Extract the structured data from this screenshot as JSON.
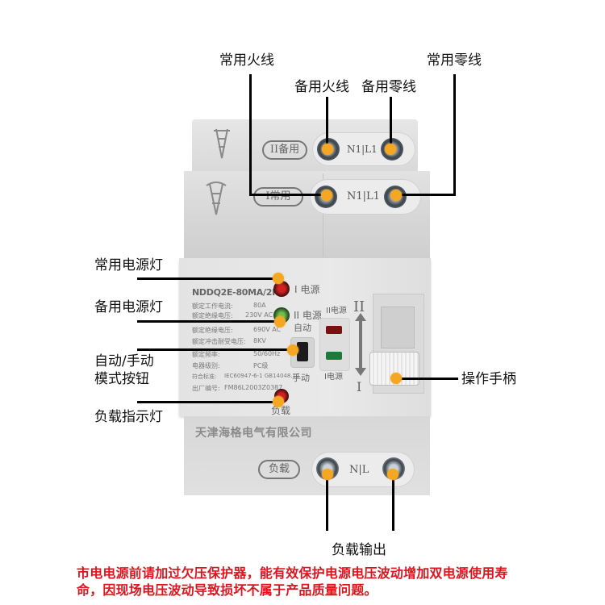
{
  "callouts": {
    "main_live": "常用火线",
    "main_neutral": "常用零线",
    "backup_live": "备用火线",
    "backup_neutral": "备用零线",
    "main_power_light": "常用电源灯",
    "backup_power_light": "备用电源灯",
    "mode_button_line1": "自动/手动",
    "mode_button_line2": "模式按钮",
    "load_indicator": "负载指示灯",
    "operating_handle": "操作手柄",
    "load_output": "负载输出"
  },
  "device": {
    "backup_tag": "II备用",
    "main_tag": "I常用",
    "terminal_label_top": "N1|L1",
    "terminal_label_mid": "N1|L1",
    "terminal_label_bottom": "N|L",
    "load_tag": "负载",
    "model": "NDDQ2E-80MA/2P",
    "specs": [
      {
        "label": "额定工作电流:",
        "value": "80A"
      },
      {
        "label": "额定绝缘电压:",
        "value": "230V AC"
      },
      {
        "label": "额定绝缘电压:",
        "value": "690V AC"
      },
      {
        "label": "额定冲击耐受电压:",
        "value": "8KV"
      },
      {
        "label": "额定频率:",
        "value": "50/60Hz"
      },
      {
        "label": "电器级别:",
        "value": "PC级"
      },
      {
        "label": "符合标准:",
        "value": "IEC60947-6-1 GB14048.11"
      },
      {
        "label": "出厂编号:",
        "value": "FM86L2003Z0387"
      }
    ],
    "led_source1": "I 电源",
    "led_source2": "II 电源",
    "auto_label": "自动",
    "manual_label": "手动",
    "load_led_label": "负载",
    "panel_source2": "II电源",
    "panel_source1": "I电源",
    "position_top": "II",
    "position_bottom": "I",
    "company": "天津海格电气有限公司"
  },
  "warning": "市电电源前请加过欠压保护器，能有效保护电源电压波动增加双电源使用寿命，因现场电压波动导致损坏不属于产品质量问题。",
  "colors": {
    "dot": "#f5a623",
    "warning_red": "#e0141e",
    "led_red": "#b01818",
    "led_green": "#1e7a3a"
  }
}
